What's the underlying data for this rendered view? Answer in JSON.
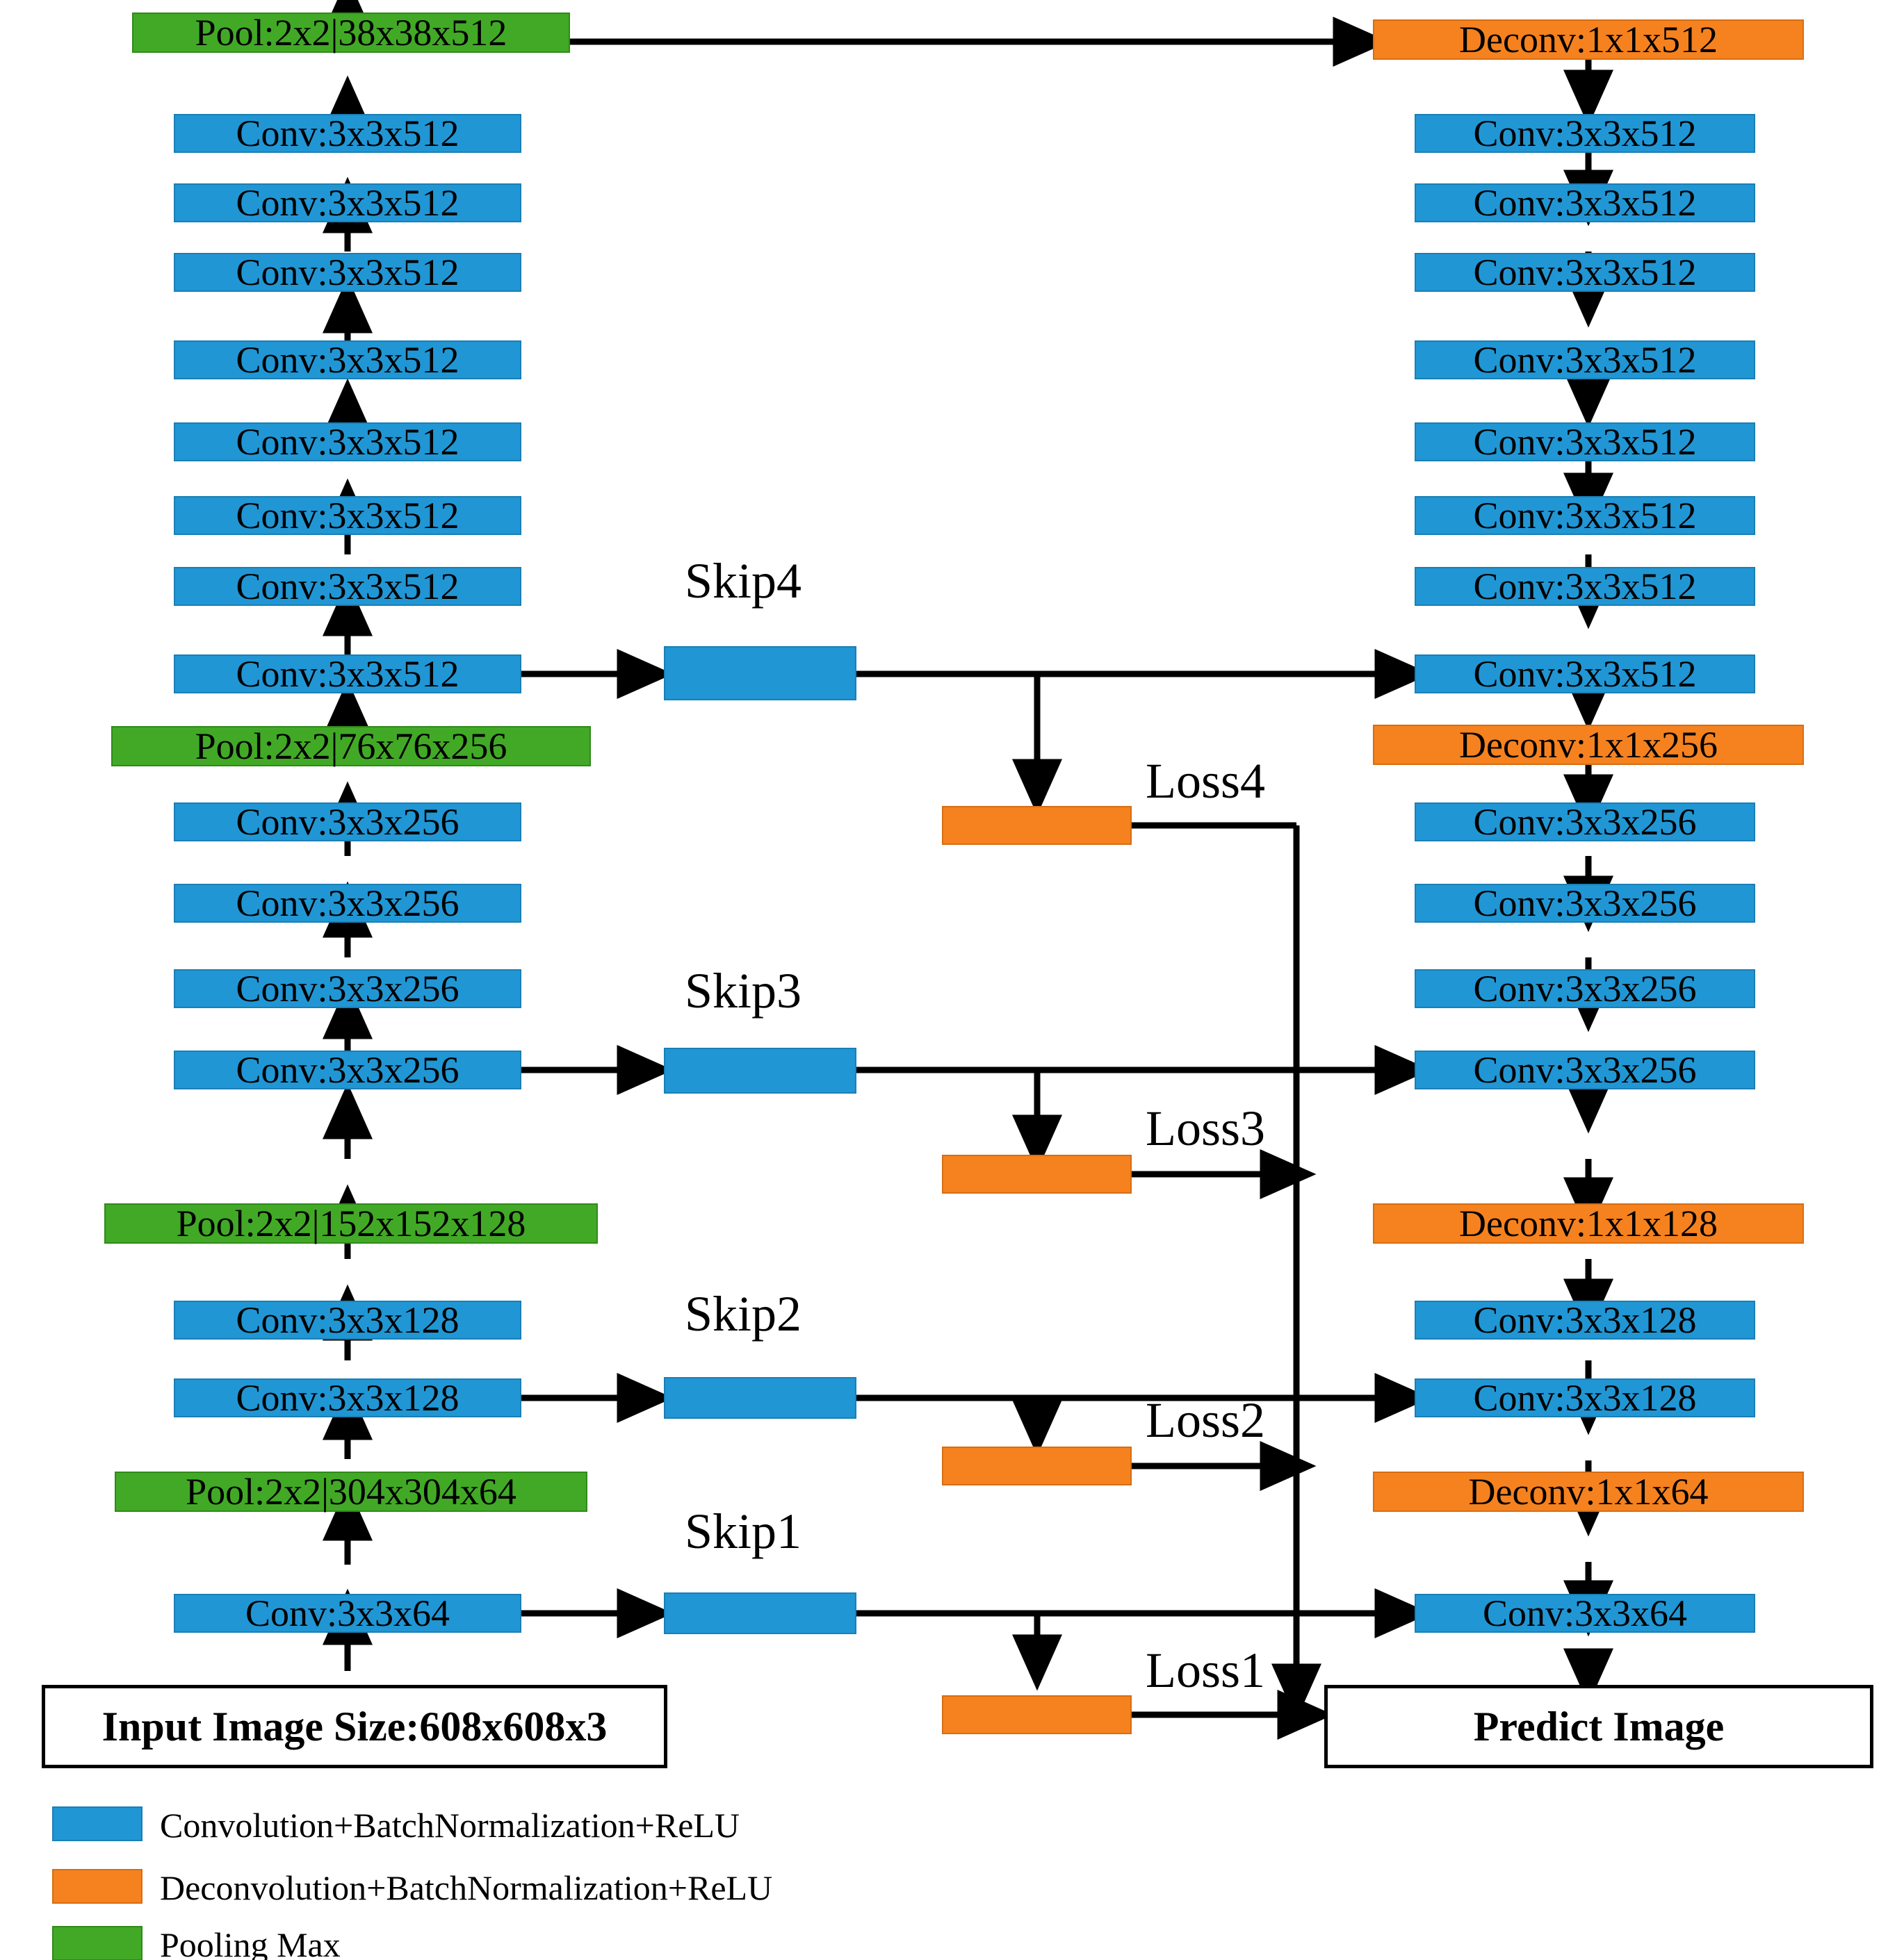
{
  "diagram": {
    "title_present": false,
    "colors": {
      "conv": "#2196d4",
      "deconv": "#f5821f",
      "pool": "#42a926",
      "plain_box": "#ffffff",
      "stroke": "#000000"
    }
  },
  "encoder": [
    {
      "id": "enc-pool-512",
      "type": "pool",
      "label": "Pool:2x2|38x38x512"
    },
    {
      "id": "enc-conv-512-8",
      "type": "conv",
      "label": "Conv:3x3x512"
    },
    {
      "id": "enc-conv-512-7",
      "type": "conv",
      "label": "Conv:3x3x512"
    },
    {
      "id": "enc-conv-512-6",
      "type": "conv",
      "label": "Conv:3x3x512"
    },
    {
      "id": "enc-conv-512-5",
      "type": "conv",
      "label": "Conv:3x3x512"
    },
    {
      "id": "enc-conv-512-4",
      "type": "conv",
      "label": "Conv:3x3x512"
    },
    {
      "id": "enc-conv-512-3",
      "type": "conv",
      "label": "Conv:3x3x512"
    },
    {
      "id": "enc-conv-512-2",
      "type": "conv",
      "label": "Conv:3x3x512"
    },
    {
      "id": "enc-conv-512-1",
      "type": "conv",
      "label": "Conv:3x3x512"
    },
    {
      "id": "enc-pool-256",
      "type": "pool",
      "label": "Pool:2x2|76x76x256"
    },
    {
      "id": "enc-conv-256-4",
      "type": "conv",
      "label": "Conv:3x3x256"
    },
    {
      "id": "enc-conv-256-3",
      "type": "conv",
      "label": "Conv:3x3x256"
    },
    {
      "id": "enc-conv-256-2",
      "type": "conv",
      "label": "Conv:3x3x256"
    },
    {
      "id": "enc-conv-256-1",
      "type": "conv",
      "label": "Conv:3x3x256"
    },
    {
      "id": "enc-pool-128",
      "type": "pool",
      "label": "Pool:2x2|152x152x128"
    },
    {
      "id": "enc-conv-128-2",
      "type": "conv",
      "label": "Conv:3x3x128"
    },
    {
      "id": "enc-conv-128-1",
      "type": "conv",
      "label": "Conv:3x3x128"
    },
    {
      "id": "enc-pool-64",
      "type": "pool",
      "label": "Pool:2x2|304x304x64"
    },
    {
      "id": "enc-conv-64-1",
      "type": "conv",
      "label": "Conv:3x3x64"
    }
  ],
  "decoder": [
    {
      "id": "dec-deconv-512",
      "type": "deconv",
      "label": "Deconv:1x1x512"
    },
    {
      "id": "dec-conv-512-1",
      "type": "conv",
      "label": "Conv:3x3x512"
    },
    {
      "id": "dec-conv-512-2",
      "type": "conv",
      "label": "Conv:3x3x512"
    },
    {
      "id": "dec-conv-512-3",
      "type": "conv",
      "label": "Conv:3x3x512"
    },
    {
      "id": "dec-conv-512-4",
      "type": "conv",
      "label": "Conv:3x3x512"
    },
    {
      "id": "dec-conv-512-5",
      "type": "conv",
      "label": "Conv:3x3x512"
    },
    {
      "id": "dec-conv-512-6",
      "type": "conv",
      "label": "Conv:3x3x512"
    },
    {
      "id": "dec-conv-512-7",
      "type": "conv",
      "label": "Conv:3x3x512"
    },
    {
      "id": "dec-conv-512-8",
      "type": "conv",
      "label": "Conv:3x3x512"
    },
    {
      "id": "dec-deconv-256",
      "type": "deconv",
      "label": "Deconv:1x1x256"
    },
    {
      "id": "dec-conv-256-1",
      "type": "conv",
      "label": "Conv:3x3x256"
    },
    {
      "id": "dec-conv-256-2",
      "type": "conv",
      "label": "Conv:3x3x256"
    },
    {
      "id": "dec-conv-256-3",
      "type": "conv",
      "label": "Conv:3x3x256"
    },
    {
      "id": "dec-conv-256-4",
      "type": "conv",
      "label": "Conv:3x3x256"
    },
    {
      "id": "dec-deconv-128",
      "type": "deconv",
      "label": "Deconv:1x1x128"
    },
    {
      "id": "dec-conv-128-1",
      "type": "conv",
      "label": "Conv:3x3x128"
    },
    {
      "id": "dec-conv-128-2",
      "type": "conv",
      "label": "Conv:3x3x128"
    },
    {
      "id": "dec-deconv-64",
      "type": "deconv",
      "label": "Deconv:1x1x64"
    },
    {
      "id": "dec-conv-64-1",
      "type": "conv",
      "label": "Conv:3x3x64"
    }
  ],
  "skips": [
    {
      "id": "skip4",
      "label": "Skip4"
    },
    {
      "id": "skip3",
      "label": "Skip3"
    },
    {
      "id": "skip2",
      "label": "Skip2"
    },
    {
      "id": "skip1",
      "label": "Skip1"
    }
  ],
  "losses": [
    {
      "id": "loss4",
      "label": "Loss4"
    },
    {
      "id": "loss3",
      "label": "Loss3"
    },
    {
      "id": "loss2",
      "label": "Loss2"
    },
    {
      "id": "loss1",
      "label": "Loss1"
    }
  ],
  "terminals": {
    "input": "Input Image Size:608x608x3",
    "output": "Predict Image"
  },
  "legend": [
    {
      "id": "legend-conv",
      "color": "#2196d4",
      "label": "Convolution+BatchNormalization+ReLU"
    },
    {
      "id": "legend-deconv",
      "color": "#f5821f",
      "label": "Deconvolution+BatchNormalization+ReLU"
    },
    {
      "id": "legend-pool",
      "color": "#42a926",
      "label": "Pooling Max"
    }
  ]
}
